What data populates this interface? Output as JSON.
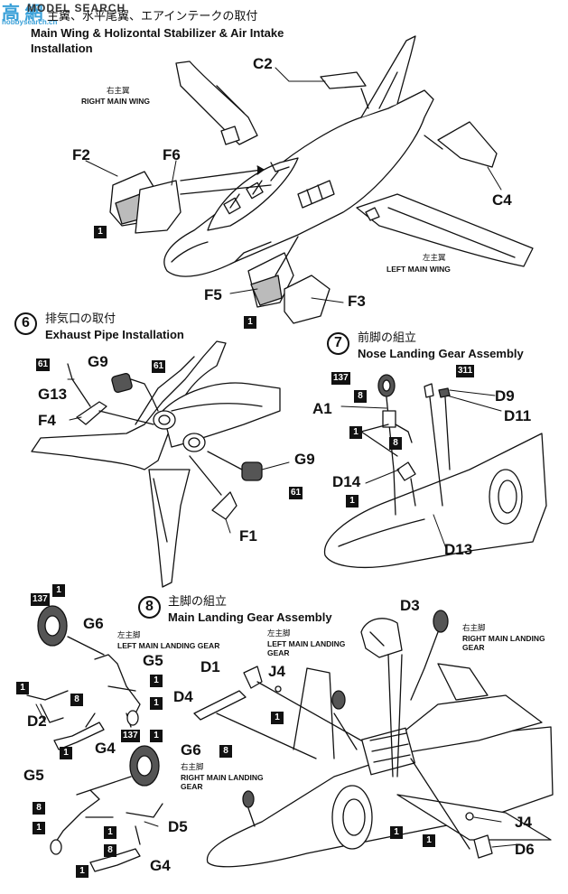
{
  "watermark": {
    "logo": "高   網",
    "text": "MODEL SEARCH",
    "url": "hobbysearch.cn"
  },
  "step5": {
    "title_jp": "主翼、水平尾翼、エアインテークの取付",
    "title_en": "Main Wing & Holizontal Stabilizer & Air Intake",
    "title_en2": "Installation",
    "labels": {
      "C2": "C2",
      "F2": "F2",
      "F6": "F6",
      "C4": "C4",
      "F5": "F5",
      "F3": "F3"
    },
    "right_wing_jp": "右主翼",
    "right_wing_en": "RIGHT MAIN WING",
    "left_wing_jp": "左主翼",
    "left_wing_en": "LEFT MAIN WING",
    "color_refs": [
      "1",
      "1"
    ]
  },
  "step6": {
    "number": "6",
    "title_jp": "排気口の取付",
    "title_en": "Exhaust Pipe Installation",
    "labels": {
      "G9a": "G9",
      "G13": "G13",
      "F4": "F4",
      "G9b": "G9",
      "F1": "F1"
    },
    "color_refs": [
      "61",
      "61",
      "61"
    ]
  },
  "step7": {
    "number": "7",
    "title_jp": "前脚の組立",
    "title_en": "Nose Landing Gear Assembly",
    "labels": {
      "A1": "A1",
      "D9": "D9",
      "D11": "D11",
      "D14": "D14",
      "D13": "D13"
    },
    "color_refs": [
      "137",
      "8",
      "311",
      "1",
      "8",
      "1"
    ]
  },
  "step8": {
    "number": "8",
    "title_jp": "主脚の組立",
    "title_en": "Main Landing Gear Assembly",
    "labels": {
      "G6a": "G6",
      "G5a": "G5",
      "D2": "D2",
      "G4a": "G4",
      "G6b": "G6",
      "G5b": "G5",
      "D5": "D5",
      "G4b": "G4",
      "D1": "D1",
      "J4a": "J4",
      "D4": "D4",
      "D3": "D3",
      "J4b": "J4",
      "D6": "D6"
    },
    "left_gear_jp": "左主脚",
    "left_gear_en": "LEFT MAIN LANDING GEAR",
    "left_gear2_jp": "左主脚",
    "left_gear2_en1": "LEFT MAIN LANDING",
    "left_gear2_en2": "GEAR",
    "right_gear_jp": "右主脚",
    "right_gear_en1": "RIGHT MAIN LANDING",
    "right_gear_en2": "GEAR",
    "right_gear2_jp": "右主脚",
    "right_gear2_en1": "RIGHT MAIN LANDING",
    "right_gear2_en2": "GEAR",
    "color_refs": [
      "137",
      "1",
      "1",
      "1",
      "8",
      "1",
      "137",
      "1",
      "1",
      "8",
      "1",
      "1",
      "8",
      "1",
      "1",
      "8",
      "1",
      "1"
    ]
  }
}
